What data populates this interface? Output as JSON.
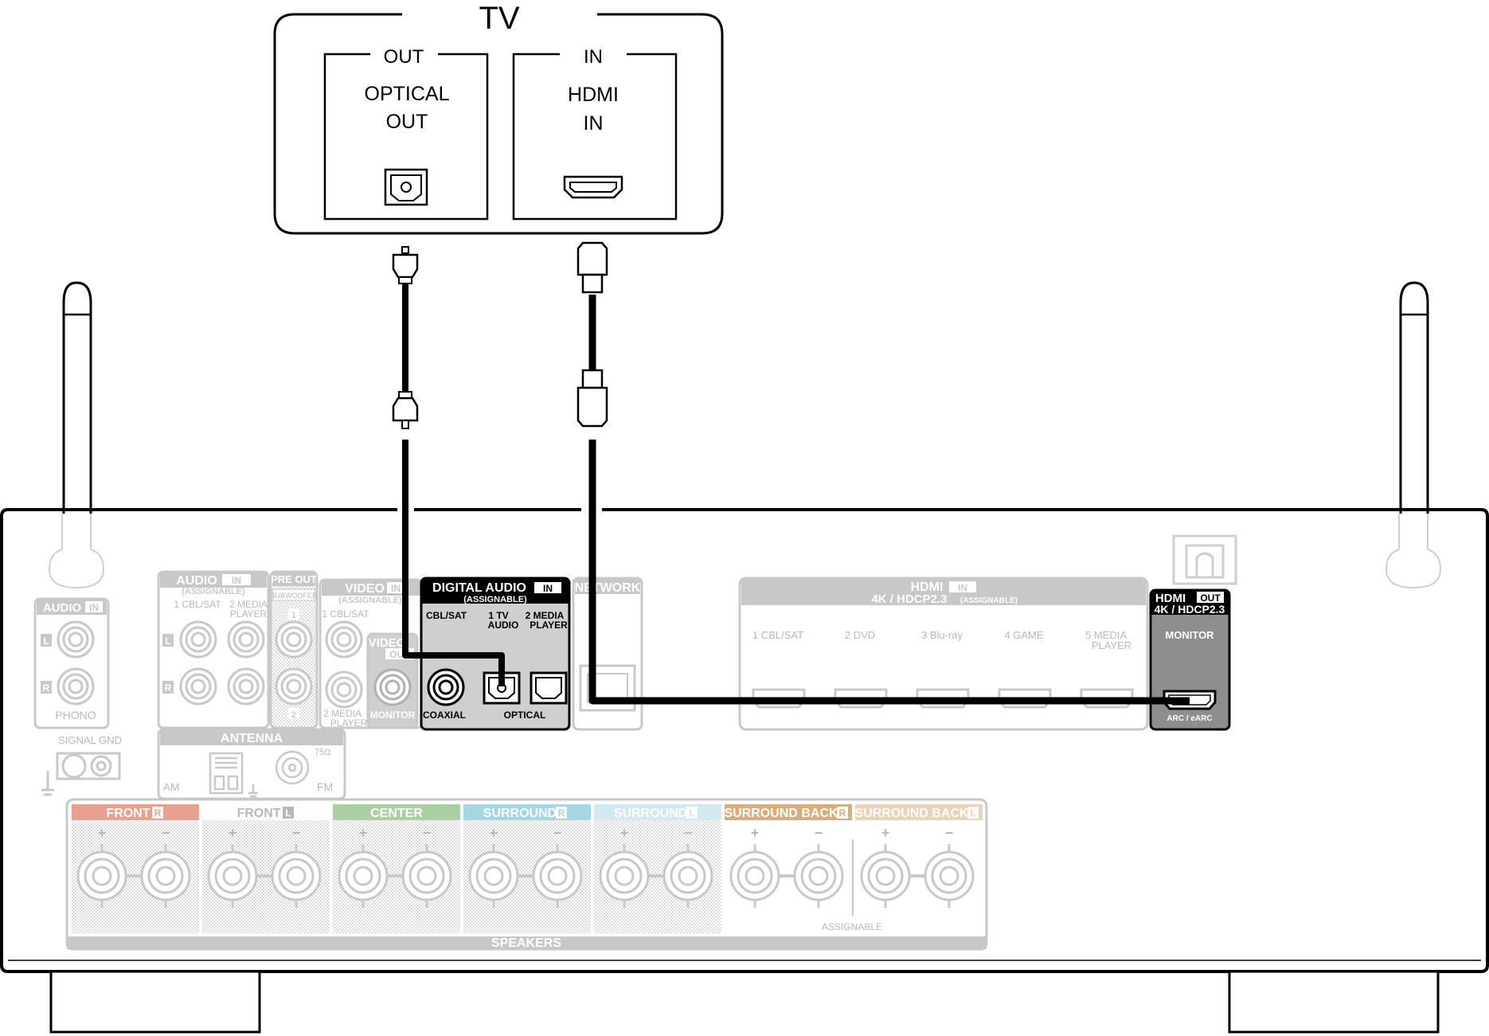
{
  "tv": {
    "title": "TV",
    "out_header": "OUT",
    "out_label_line1": "OPTICAL",
    "out_label_line2": "OUT",
    "in_header": "IN",
    "in_label_line1": "HDMI",
    "in_label_line2": "IN"
  },
  "receiver": {
    "audio_in_left": {
      "title": "AUDIO",
      "badge": "IN",
      "ch_l": "L",
      "ch_r": "R",
      "label": "PHONO"
    },
    "signal_gnd": "SIGNAL GND",
    "audio_in": {
      "title": "AUDIO",
      "badge": "IN",
      "sub": "(ASSIGNABLE)",
      "col1": "1 CBL/SAT",
      "col2_line1": "2 MEDIA",
      "col2_line2": "PLAYER",
      "ch_l": "L",
      "ch_r": "R"
    },
    "pre_out": {
      "title": "PRE OUT",
      "sub": "SUBWOOFER",
      "n1": "1",
      "n2": "2"
    },
    "video_in": {
      "title": "VIDEO",
      "badge": "IN",
      "sub": "(ASSIGNABLE)",
      "col1": "1 CBL/SAT",
      "col2_line1": "2 MEDIA",
      "col2_line2": "PLAYER"
    },
    "video_out": {
      "title": "VIDEO",
      "badge": "OUT",
      "label": "MONITOR"
    },
    "digital_audio": {
      "title": "DIGITAL AUDIO",
      "badge": "IN",
      "sub": "(ASSIGNABLE)",
      "cbl_sat": "CBL/SAT",
      "tv_audio_line1": "1  TV",
      "tv_audio_line2": "AUDIO",
      "media_player_line1": "2  MEDIA",
      "media_player_line2": "PLAYER",
      "coaxial": "COAXIAL",
      "optical": "OPTICAL"
    },
    "network": "NETWORK",
    "hdmi_in": {
      "title": "HDMI",
      "badge": "IN",
      "spec": "4K / HDCP2.3",
      "spec_note": "(ASSIGNABLE)",
      "inputs": [
        "1  CBL/SAT",
        "2  DVD",
        "3  Blu-ray",
        "4  GAME"
      ],
      "input5_line1": "5  MEDIA",
      "input5_line2": "PLAYER"
    },
    "hdmi_out": {
      "title": "HDMI",
      "badge": "OUT",
      "spec": "4K / HDCP2.3",
      "label": "MONITOR",
      "port": "ARC / eARC"
    },
    "antenna": {
      "title": "ANTENNA",
      "am": "AM",
      "fm": "FM",
      "ohm": "75Ω"
    },
    "speakers": {
      "title": "SPEAKERS",
      "groups": [
        {
          "name": "FRONT",
          "side": "R",
          "color": "#e8a08f"
        },
        {
          "name": "FRONT",
          "side": "L",
          "color": "#ffffff"
        },
        {
          "name": "CENTER",
          "side": "",
          "color": "#a9cfa3"
        },
        {
          "name": "SURROUND",
          "side": "R",
          "color": "#a5d6e6"
        },
        {
          "name": "SURROUND",
          "side": "L",
          "color": "#d2e9f1"
        },
        {
          "name": "SURROUND BACK",
          "side": "R",
          "color": "#d9ae7e"
        },
        {
          "name": "SURROUND BACK",
          "side": "L",
          "color": "#ead3b6"
        }
      ],
      "plus": "+",
      "minus": "−",
      "assignable": "ASSIGNABLE"
    }
  },
  "colors": {
    "faded": "#c8c8c8",
    "faded_text": "#b8b8b8",
    "highlight_panel": "#cfcfcf",
    "highlight_header": "#000000",
    "cable": "#000000"
  }
}
